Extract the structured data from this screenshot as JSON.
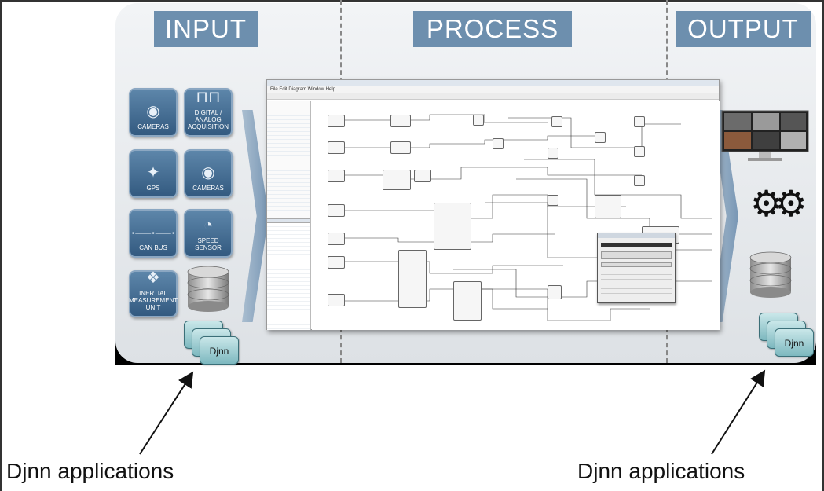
{
  "columns": {
    "input": "INPUT",
    "process": "PROCESS",
    "output": "OUTPUT"
  },
  "input_tiles": [
    {
      "label": "CAMERAS",
      "icon": "camera-icon"
    },
    {
      "label": "DIGITAL / ANALOG ACQUISITION",
      "icon": "waveform-icon"
    },
    {
      "label": "GPS",
      "icon": "satellite-icon"
    },
    {
      "label": "CAMERAS",
      "icon": "camera-icon"
    },
    {
      "label": "CAN BUS",
      "icon": "bus-network-icon"
    },
    {
      "label": "SPEED SENSOR",
      "icon": "speedometer-icon"
    },
    {
      "label": "INERTIAL MEASUREMENT UNIT",
      "icon": "imu-cube-icon"
    }
  ],
  "djnn": {
    "card_label": "Djnn",
    "caption_left": "Djnn applications",
    "caption_right": "Djnn applications"
  },
  "app": {
    "menu": "File  Edit  Diagram  Window  Help"
  },
  "colors": {
    "header": "#6d8fae",
    "tile": "#335a80",
    "djnn_card": "#7db8bf"
  }
}
